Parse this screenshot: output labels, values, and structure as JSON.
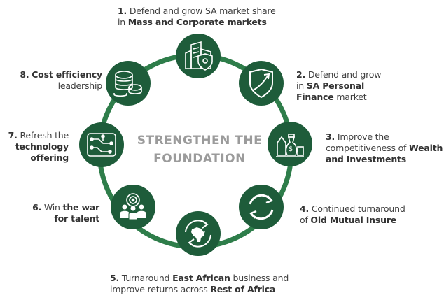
{
  "center_title": {
    "line1": "STRENGTHEN THE",
    "line2": "FOUNDATION"
  },
  "colors": {
    "ring": "#2e7d4a",
    "node": "#1e5c3a",
    "icon": "#ffffff",
    "center_text": "#9b9b9b",
    "label_text": "#404040"
  },
  "priorities": [
    {
      "num": "1.",
      "l1_a": "Defend and grow SA market share",
      "l2_a": "in ",
      "l2_b": "Mass and Corporate markets",
      "icon": "building-shield-icon"
    },
    {
      "num": "2.",
      "l1_a": "Defend and grow",
      "l2_a": "in ",
      "l2_b": "SA Personal",
      "l3_b": "Finance",
      "l3_a": " market",
      "icon": "shield-arrow-icon"
    },
    {
      "num": "3.",
      "l1_a": "Improve the",
      "l2_a": "competitiveness of ",
      "l2_b": "Wealth",
      "l3_b": "and Investments",
      "icon": "money-bags-icon"
    },
    {
      "num": "4.",
      "l1_a": "Continued turnaround",
      "l2_a": "of ",
      "l2_b": "Old Mutual Insure",
      "icon": "cycle-arrows-icon"
    },
    {
      "num": "5.",
      "l1_a": "Turnaround ",
      "l1_b": "East African",
      "l1_c": " business and",
      "l2_a": "improve returns across ",
      "l2_b": "Rest of Africa",
      "icon": "africa-cycle-icon"
    },
    {
      "num": "6.",
      "l1_a": "Win ",
      "l1_b": "the war",
      "l2_b": "for talent",
      "icon": "people-target-icon"
    },
    {
      "num": "7.",
      "l1_a": "Refresh the",
      "l2_b": "technology",
      "l3_b": "offering",
      "icon": "circuit-icon"
    },
    {
      "num": "8.",
      "l1_b": "Cost efficiency",
      "l2_a": "leadership",
      "icon": "coins-icon"
    }
  ]
}
